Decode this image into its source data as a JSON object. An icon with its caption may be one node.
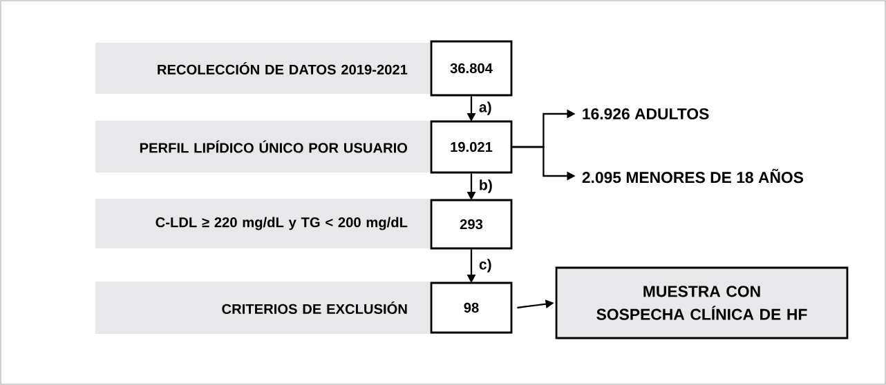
{
  "diagram": {
    "nodes": [
      {
        "text": [
          "RECOLECCIÓN DE DATOS 2019-2021"
        ]
      },
      {
        "text": [
          "36.804"
        ]
      },
      {
        "text": [
          "PERFIL LIPÍDICO ÚNICO POR USUARIO"
        ]
      },
      {
        "text": [
          "19.021"
        ]
      },
      {
        "text": [
          "16.926 ADULTOS"
        ]
      },
      {
        "text": [
          "2.095 MENORES DE 18 AÑOS"
        ]
      },
      {
        "text": [
          "C-LDL ≥ 220 mg/dL y TG < 200 mg/dL"
        ]
      },
      {
        "text": [
          "293"
        ]
      },
      {
        "text": [
          "CRITERIOS DE EXCLUSIÓN"
        ]
      },
      {
        "text": [
          "98"
        ]
      },
      {
        "text": [
          "MUESTRA CON SOSPECHA CLÍNICA DE HF"
        ]
      }
    ],
    "edges": [
      {
        "from": 1,
        "to": 3,
        "arrow": "to",
        "label": "a)"
      },
      {
        "from": 3,
        "to": 4,
        "arrow": "to"
      },
      {
        "from": 3,
        "to": 5,
        "arrow": "to"
      },
      {
        "from": 3,
        "to": 7,
        "arrow": "to",
        "label": "b)"
      },
      {
        "from": 7,
        "to": 9,
        "arrow": "to",
        "label": "c)"
      },
      {
        "from": 9,
        "to": 10,
        "arrow": "to"
      }
    ]
  }
}
